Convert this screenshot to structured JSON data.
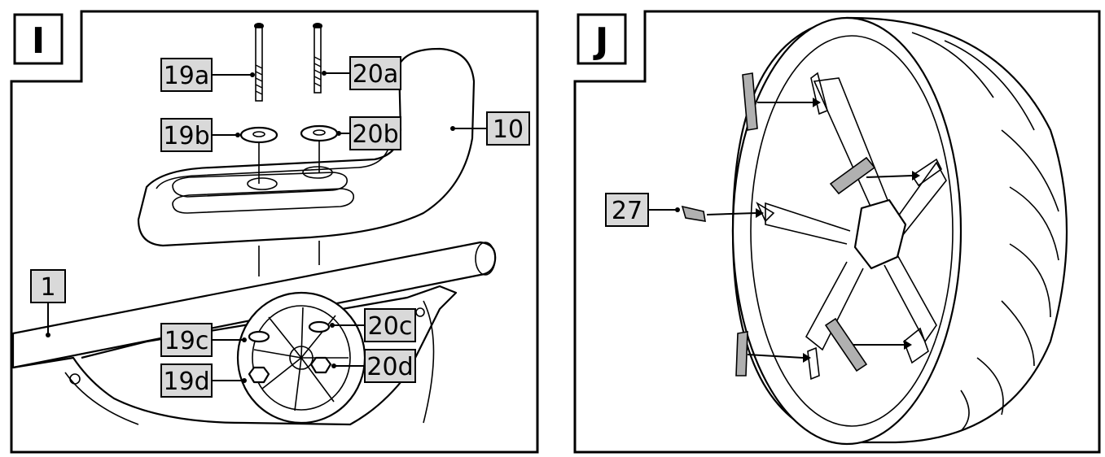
{
  "panels": [
    {
      "step": "I",
      "labels": [
        "19a",
        "20a",
        "19b",
        "20b",
        "10",
        "1",
        "19c",
        "20c",
        "19d",
        "20d"
      ]
    },
    {
      "step": "J",
      "labels": [
        "27"
      ]
    }
  ],
  "colors": {
    "label_fill": "#d9d9d9",
    "line": "#000000",
    "cap_fill": "#b0b0b0"
  }
}
